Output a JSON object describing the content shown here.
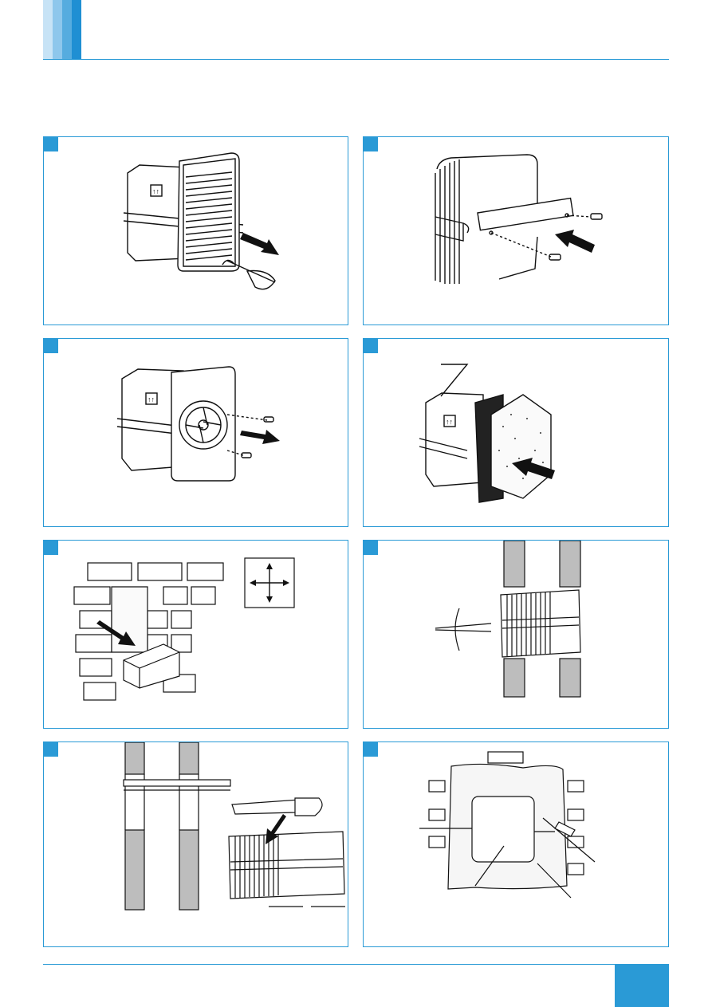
{
  "header": {
    "stripe_colors": [
      "#c7e3f6",
      "#8ec7ec",
      "#56acdf",
      "#1f8fd3"
    ],
    "accent": "#2a9ad6"
  },
  "panels": [
    {
      "id": "p1",
      "illustration": "fan-grille-removal"
    },
    {
      "id": "p2",
      "illustration": "mounting-bracket-screws"
    },
    {
      "id": "p3",
      "illustration": "fan-front-cover-screws"
    },
    {
      "id": "p4",
      "illustration": "foam-pad-fitting"
    },
    {
      "id": "p5",
      "illustration": "wall-opening-brick"
    },
    {
      "id": "p6",
      "illustration": "duct-through-wall-angle"
    },
    {
      "id": "p7",
      "illustration": "duct-cut-to-length"
    },
    {
      "id": "p8",
      "illustration": "plastering-around-fan"
    }
  ],
  "icons": {
    "arrow": "arrow-icon",
    "up-arrows": "this-way-up-icon",
    "cross-arrows": "four-way-arrow-icon"
  }
}
